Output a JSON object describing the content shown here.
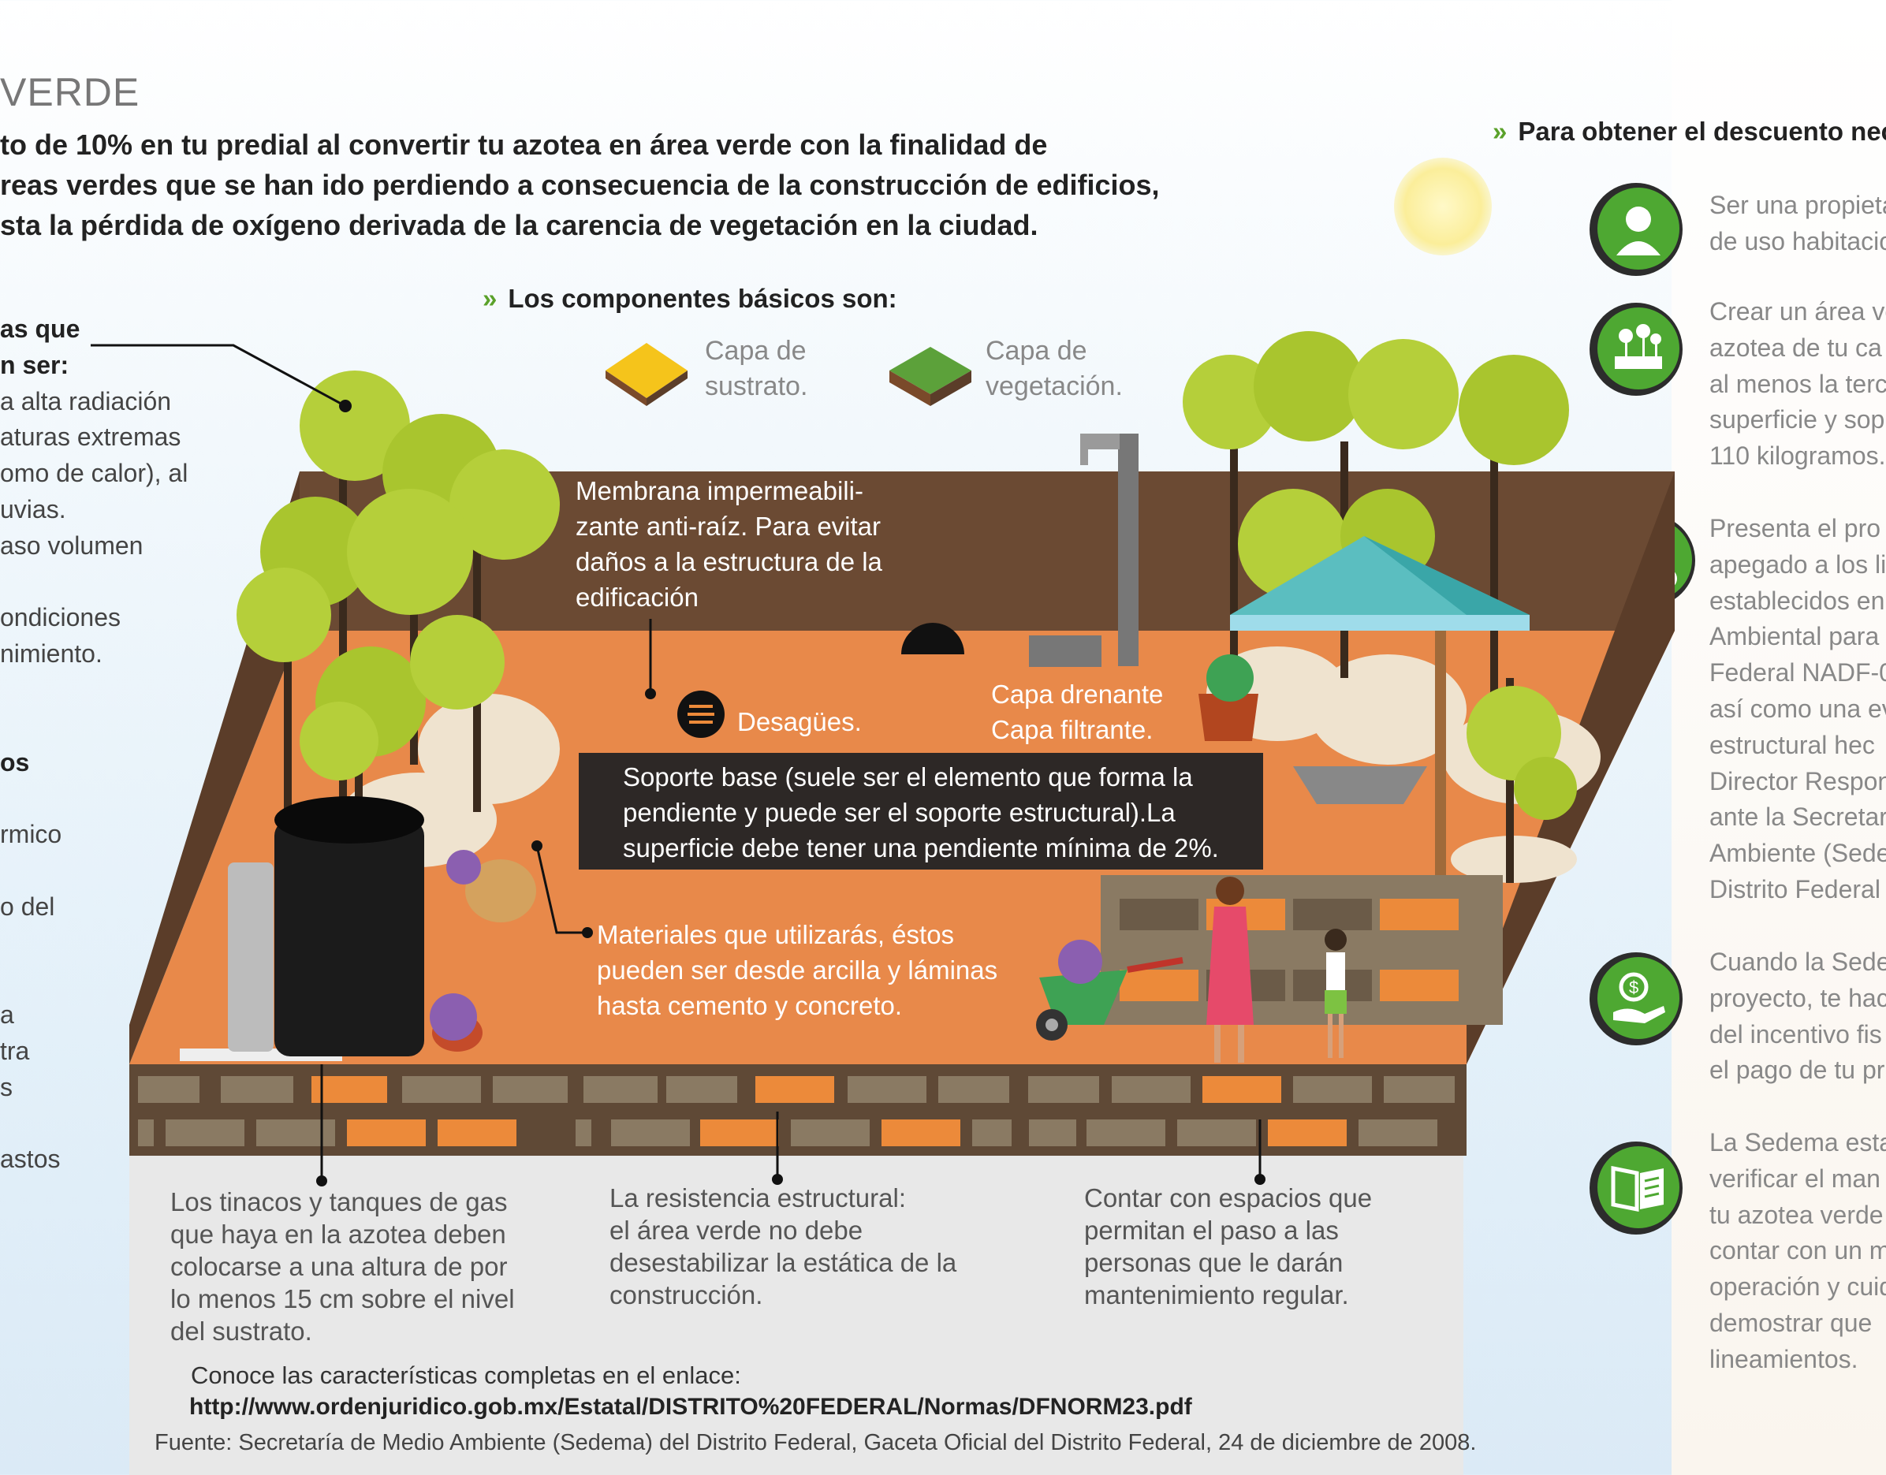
{
  "title": "VERDE",
  "intro": [
    "to de 10% en tu predial al convertir tu azotea en área verde con la  finalidad de",
    "reas verdes que se han ido perdiendo a consecuencia de la construcción de edificios,",
    "sta la pérdida de oxígeno derivada de la carencia de vegetación en la ciudad."
  ],
  "left_list": [
    {
      "text": "as que",
      "bold": true
    },
    {
      "text": "n ser:",
      "bold": true
    },
    {
      "text": "a alta radiación",
      "bold": false
    },
    {
      "text": "aturas extremas",
      "bold": false
    },
    {
      "text": "omo de calor), al",
      "bold": false
    },
    {
      "text": "uvias.",
      "bold": false
    },
    {
      "text": "aso volumen",
      "bold": false
    },
    {
      "text": "",
      "bold": false
    },
    {
      "text": "ondiciones",
      "bold": false
    },
    {
      "text": "nimiento.",
      "bold": false
    },
    {
      "text": "",
      "bold": false
    },
    {
      "text": "",
      "bold": false
    },
    {
      "text": "os",
      "bold": true
    },
    {
      "text": "",
      "bold": false
    },
    {
      "text": "rmico",
      "bold": false
    },
    {
      "text": "",
      "bold": false
    },
    {
      "text": "o del",
      "bold": false
    },
    {
      "text": "",
      "bold": false
    },
    {
      "text": "",
      "bold": false
    },
    {
      "text": "a",
      "bold": false
    },
    {
      "text": "tra",
      "bold": false
    },
    {
      "text": "s",
      "bold": false
    },
    {
      "text": "",
      "bold": false
    },
    {
      "text": "astos",
      "bold": false
    }
  ],
  "components": {
    "heading": "Los componentes básicos son:",
    "sustrato": [
      "Capa de",
      "sustrato."
    ],
    "vegetacion": [
      "Capa de",
      "vegetación."
    ]
  },
  "labels": {
    "membrana": [
      "Membrana impermeabili-",
      "zante anti-raíz. Para evitar",
      "daños a la estructura de la",
      "edificación"
    ],
    "desagues": "Desagües.",
    "drenante": [
      "Capa drenante",
      "Capa filtrante."
    ],
    "soporte": [
      "Soporte base (suele ser el elemento que forma la",
      "pendiente y puede ser el soporte estructural).La",
      "superficie debe tener una pendiente mínima de 2%."
    ],
    "materiales": [
      "Materiales que utilizarás, éstos",
      "pueden ser desde arcilla y láminas",
      "hasta cemento y concreto."
    ]
  },
  "captions": {
    "tinacos": [
      "Los tinacos y tanques de gas",
      "que haya en la azotea deben",
      "colocarse a una altura de por",
      "lo menos 15 cm sobre el nivel",
      "del sustrato."
    ],
    "resistencia": [
      "La resistencia estructural:",
      "el área verde no debe",
      "desestabilizar la estática de la",
      "construcción."
    ],
    "espacios": [
      "Contar con espacios que",
      "permitan el paso a las",
      "personas que le darán",
      "mantenimiento regular."
    ]
  },
  "footer": {
    "link_intro": "Conoce las características completas en el enlace:",
    "url": "http://www.ordenjuridico.gob.mx/Estatal/DISTRITO%20FEDERAL/Normas/DFNORM23.pdf",
    "fuente": "Fuente: Secretaría de Medio Ambiente (Sedema) del Distrito Federal, Gaceta Oficial del Distrito Federal, 24 de diciembre de 2008."
  },
  "requirements": {
    "heading": "Para obtener el descuento nece",
    "items": [
      {
        "icon": "person-icon",
        "lines": [
          "Ser una propieta",
          "de uso habitacio"
        ]
      },
      {
        "icon": "flowers-planter-icon",
        "lines": [
          "Crear un área ve",
          "azotea de tu ca",
          "al menos la terc",
          "superficie  y sop",
          "110 kilogramos."
        ]
      },
      {
        "icon": "clipboard-check-icon",
        "lines": [
          "Presenta el pro",
          "apegado a los li",
          "establecidos en",
          "Ambiental para",
          "Federal NADF-0",
          "así como una ev",
          "estructural hec",
          "Director Respon",
          "ante la Secretar",
          "Ambiente (Sede",
          "Distrito Federal"
        ]
      },
      {
        "icon": "coin-hand-icon",
        "lines": [
          "Cuando la Sede",
          "proyecto, te hac",
          "del incentivo fis",
          "el pago de tu pr"
        ]
      },
      {
        "icon": "manual-book-icon",
        "lines": [
          "La Sedema esta",
          "verificar el man",
          "tu azotea verde",
          "contar con un m",
          "operación y cuid",
          "demostrar que",
          "lineamientos."
        ]
      }
    ]
  },
  "colors": {
    "accent_green": "#4ea832",
    "roof_orange": "#e8894a",
    "wall_brown": "#6b4a33",
    "tree_green": "#b5cf3a",
    "dark_label_bg": "#2d2826"
  }
}
